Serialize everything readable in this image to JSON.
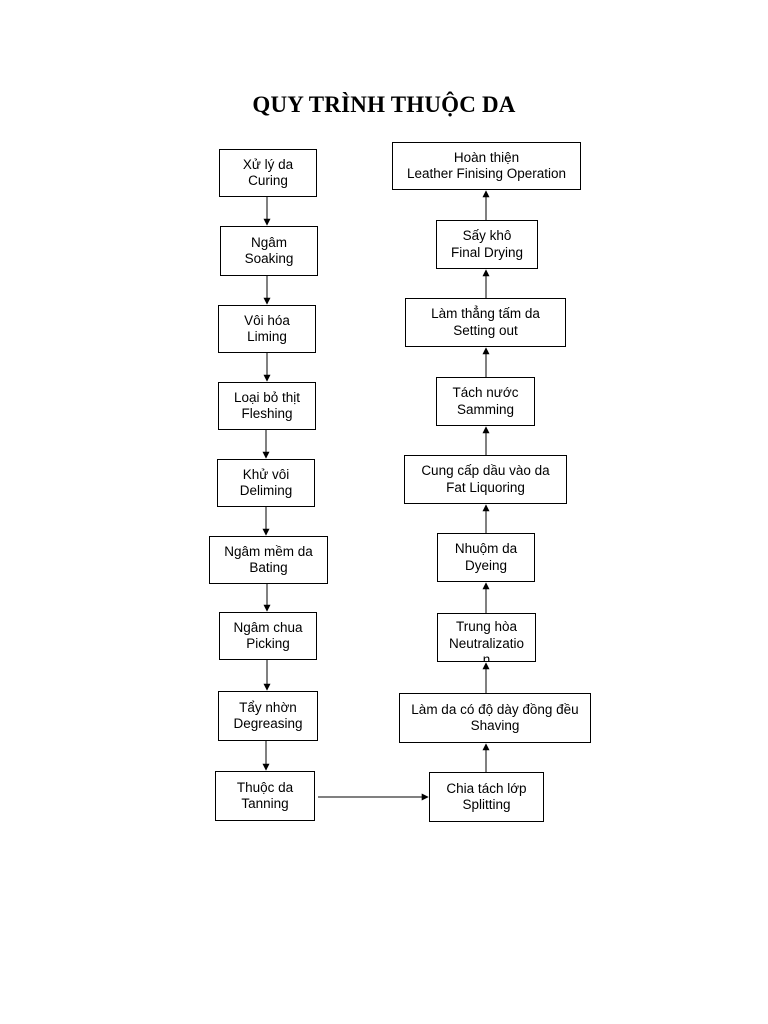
{
  "title": "QUY TRÌNH THUỘC DA",
  "left_column": [
    {
      "vi": "Xử lý da",
      "en": "Curing"
    },
    {
      "vi": "Ngâm",
      "en": "Soaking"
    },
    {
      "vi": "Vôi hóa",
      "en": "Liming"
    },
    {
      "vi": "Loại bỏ thịt",
      "en": "Fleshing"
    },
    {
      "vi": "Khử vôi",
      "en": "Deliming"
    },
    {
      "vi": "Ngâm mềm da",
      "en": "Bating"
    },
    {
      "vi": "Ngâm chua",
      "en": "Picking"
    },
    {
      "vi": "Tẩy nhờn",
      "en": "Degreasing"
    },
    {
      "vi": "Thuộc da",
      "en": "Tanning"
    }
  ],
  "right_column": [
    {
      "vi": "Chia tách lớp",
      "en": "Splitting"
    },
    {
      "vi": "Làm da có độ dày đồng đều",
      "en": "Shaving"
    },
    {
      "vi": "Trung hòa",
      "en": "Neutralizatio",
      "en_cut": "n"
    },
    {
      "vi": "Nhuộm da",
      "en": "Dyeing"
    },
    {
      "vi": "Cung cấp dầu vào da",
      "en": "Fat Liquoring"
    },
    {
      "vi": "Tách nước",
      "en": "Samming"
    },
    {
      "vi": "Làm thẳng tấm da",
      "en": "Setting out"
    },
    {
      "vi": "Sấy khô",
      "en": "Final Drying"
    },
    {
      "vi": "Hoàn thiện",
      "en": "Leather Finising Operation"
    }
  ]
}
